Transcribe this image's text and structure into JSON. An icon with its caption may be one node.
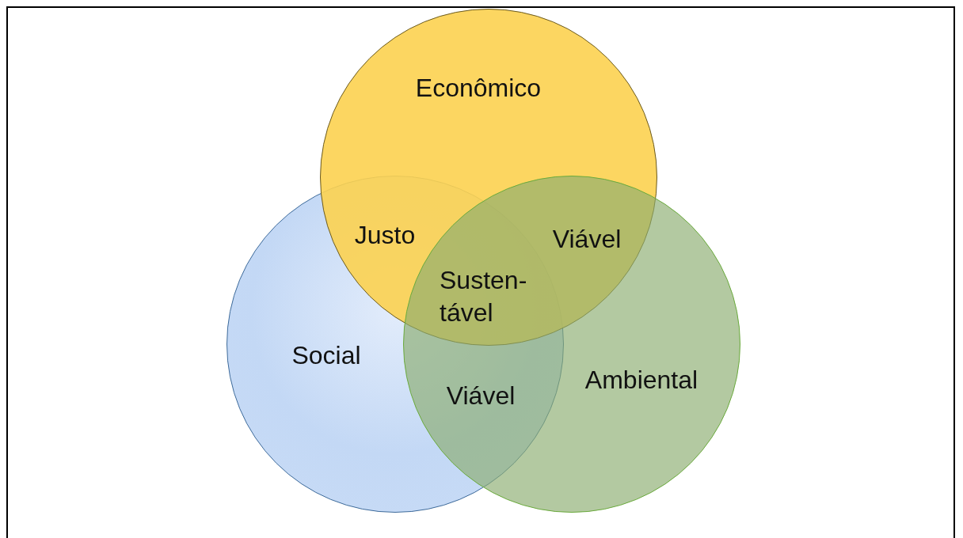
{
  "diagram": {
    "nodes": [
      {
        "text": [
          "Econômico"
        ]
      },
      {
        "text": [
          "Social"
        ]
      },
      {
        "text": [
          "Ambiental"
        ]
      }
    ],
    "edges": [],
    "labels": [
      "Justo",
      "Viável",
      "Susten-tável",
      "Viável"
    ]
  }
}
